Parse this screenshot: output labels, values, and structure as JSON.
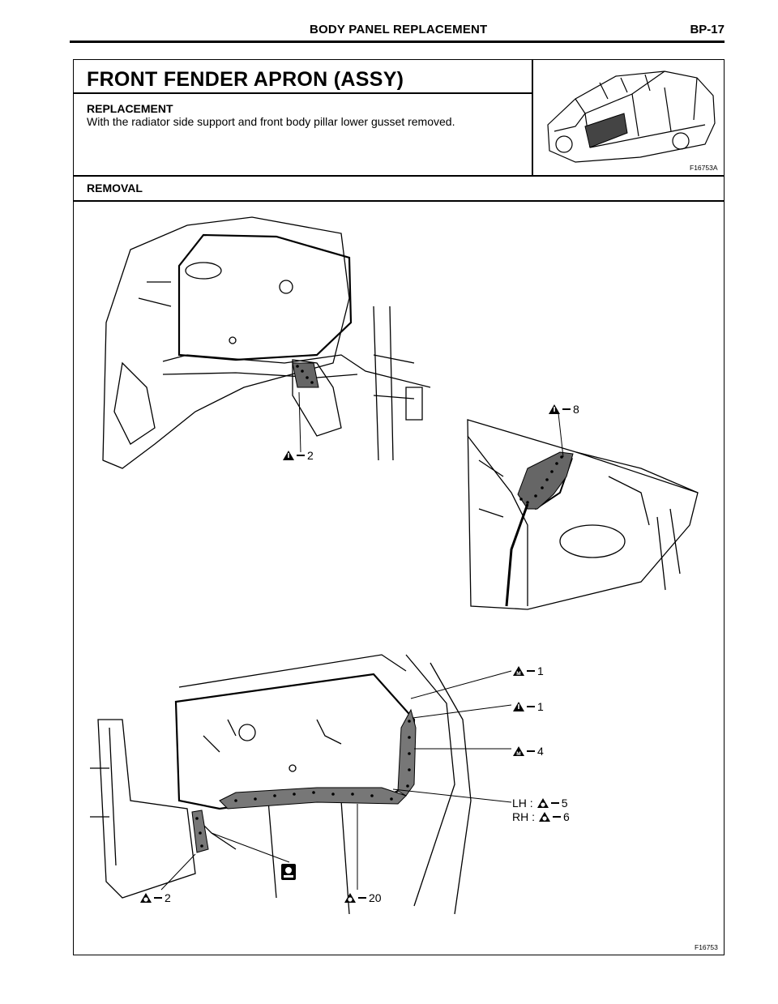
{
  "header": {
    "title": "BODY PANEL REPLACEMENT",
    "page": "BP-17"
  },
  "section": {
    "title": "FRONT FENDER APRON (ASSY)",
    "sub_heading": "REPLACEMENT",
    "sub_text": "With the radiator side support and front body pillar lower gusset removed.",
    "removal_heading": "REMOVAL"
  },
  "figures": {
    "thumb_code": "F16753A",
    "main_code": "F16753"
  },
  "callouts": [
    {
      "id": "upper-left-2",
      "icon": "spot-weld-icon",
      "count": "2"
    },
    {
      "id": "upper-right-8",
      "icon": "spot-weld-icon",
      "count": "8"
    },
    {
      "id": "lower-m-1",
      "icon": "mig-weld-icon",
      "count": "1"
    },
    {
      "id": "lower-spot-1",
      "icon": "spot-weld-icon",
      "count": "1"
    },
    {
      "id": "lower-m-4",
      "icon": "mig-weld-icon",
      "count": "4"
    },
    {
      "id": "lower-lh",
      "prefix": "LH :",
      "icon": "drill-icon",
      "count": "5"
    },
    {
      "id": "lower-rh",
      "prefix": "RH :",
      "icon": "drill-icon",
      "count": "6"
    },
    {
      "id": "lower-left-2",
      "icon": "drill-icon",
      "count": "2"
    },
    {
      "id": "lower-mid-20",
      "icon": "drill-icon",
      "count": "20"
    }
  ]
}
